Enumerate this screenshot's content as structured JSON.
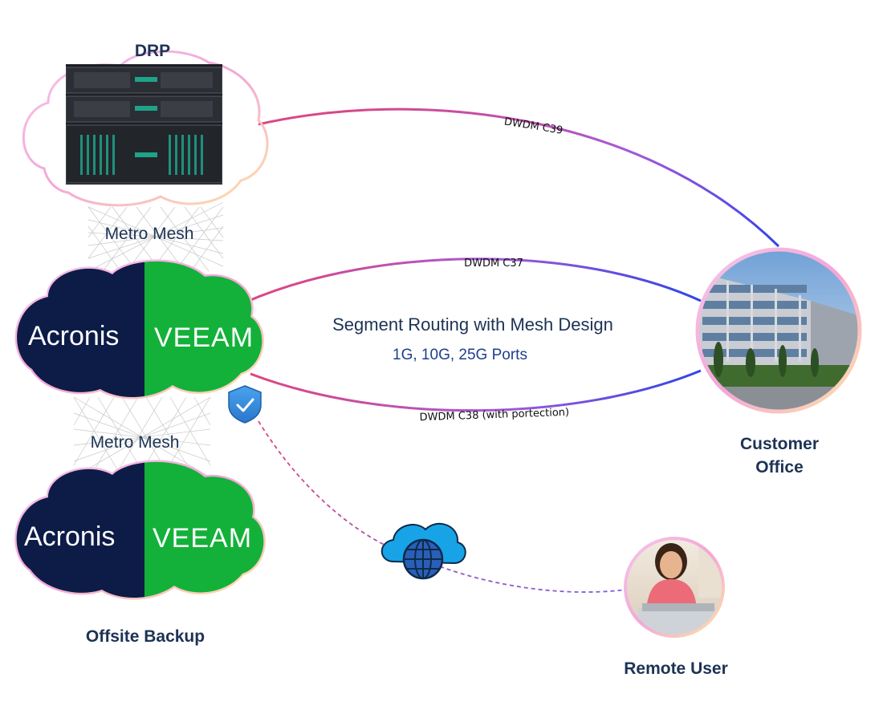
{
  "nodes": {
    "drp": {
      "label": "DRP"
    },
    "customer_office": {
      "label_line1": "Customer",
      "label_line2": "Office"
    },
    "offsite_backup": {
      "label": "Offsite Backup"
    },
    "remote_user": {
      "label": "Remote User"
    }
  },
  "mesh_labels": {
    "top": "Metro Mesh",
    "bottom": "Metro Mesh"
  },
  "links": {
    "c39": "DWDM C39",
    "c37": "DWDM C37",
    "c38": "DWDM C38 (with portection)"
  },
  "center": {
    "title": "Segment Routing with Mesh Design",
    "ports": "1G, 10G, 25G Ports"
  },
  "brands": {
    "acronis": "Acronis",
    "veeam": "VEEAM"
  },
  "colors": {
    "navy": "#0c1c47",
    "veeam_green": "#13b13a",
    "link_start": "#e0457b",
    "link_mid": "#a659d6",
    "link_end": "#2f45e8",
    "label_text": "#1d3355"
  },
  "icons": [
    "shield-check-icon",
    "cloud-globe-icon"
  ]
}
